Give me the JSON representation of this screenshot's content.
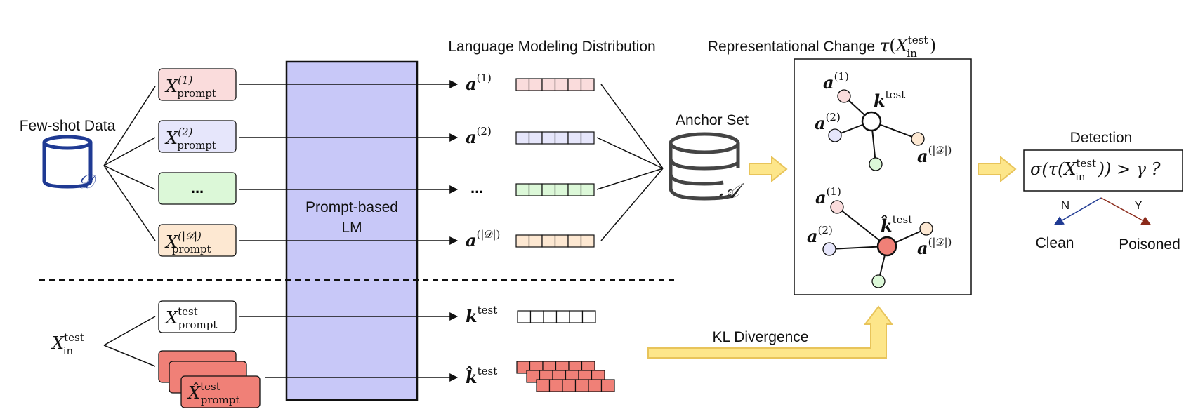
{
  "colors": {
    "row1": "#fadcdc",
    "row2": "#e6e6fb",
    "row3": "#dcf8d8",
    "row4": "#fde8d2",
    "test_clean": "#ffffff",
    "test_poison": "#f08077",
    "lm_box": "#c8c8f8",
    "arrow_fill": "#fde68a",
    "arrow_stroke": "#e8c45a",
    "dataset_icon": "#1f3a93",
    "anchor_icon": "#444444",
    "clean_arrow": "#1f3a93",
    "poison_arrow": "#8b2a1a"
  },
  "icons": {
    "dataset": "cylinder-database-icon",
    "anchor_set": "database-stack-icon",
    "flow": "hollow-arrow-icon"
  },
  "headings": {
    "few_shot": "Few-shot Data",
    "lm_dist": "Language Modeling Distribution",
    "rep_change": "Representational Change",
    "anchor_set": "Anchor Set",
    "detection": "Detection",
    "kl": "KL Divergence",
    "lm_line1": "Prompt-based",
    "lm_line2": "LM"
  },
  "symbols": {
    "dataset": "𝒟",
    "anchor": "𝒜",
    "X": "X",
    "X_hat": "X̂",
    "prompt": "prompt",
    "test": "test",
    "in": "in",
    "a": "a",
    "k": "k",
    "k_hat": "k̂",
    "tau": "τ",
    "ellipsis": "...",
    "ellipsis_small": "···"
  },
  "prompts": [
    {
      "sup": "(1)"
    },
    {
      "sup": "(2)"
    },
    {
      "sup": ""
    },
    {
      "sup": "(|𝒟|)"
    }
  ],
  "outputs": [
    {
      "sup": "(1)"
    },
    {
      "sup": "(2)"
    },
    {
      "sup": ""
    },
    {
      "sup": "(|𝒟|)"
    }
  ],
  "graph_labels": {
    "a1": "(1)",
    "a2": "(2)",
    "aD": "(|𝒟|)"
  },
  "detection": {
    "formula": "σ(τ(X",
    "formula_tail": ")) > γ ?",
    "no": "N",
    "yes": "Y",
    "clean": "Clean",
    "poisoned": "Poisoned"
  }
}
